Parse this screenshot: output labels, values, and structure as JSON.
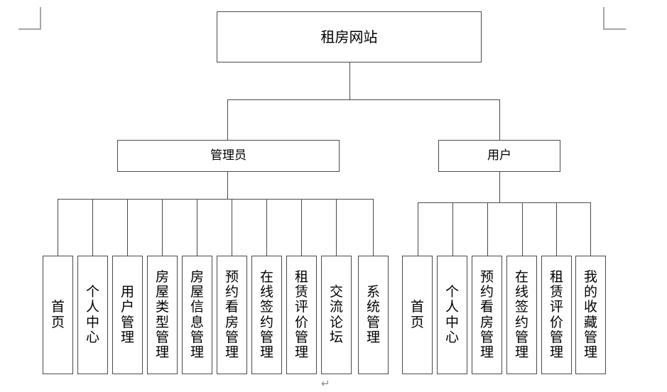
{
  "document": {
    "paragraph_mark": "↵",
    "corner_marks": [
      "top-left",
      "top-right"
    ]
  },
  "diagram": {
    "type": "tree",
    "root": {
      "label": "租房网站"
    },
    "level2": [
      {
        "label": "管理员"
      },
      {
        "label": "用户"
      }
    ],
    "admin_children": [
      {
        "label": "首页"
      },
      {
        "label": "个人中心"
      },
      {
        "label": "用户管理"
      },
      {
        "label": "房屋类型管理"
      },
      {
        "label": "房屋信息管理"
      },
      {
        "label": "预约看房管理"
      },
      {
        "label": "在线签约管理"
      },
      {
        "label": "租赁评价管理"
      },
      {
        "label": "交流论坛"
      },
      {
        "label": "系统管理"
      }
    ],
    "user_children": [
      {
        "label": "首页"
      },
      {
        "label": "个人中心"
      },
      {
        "label": "预约看房管理"
      },
      {
        "label": "在线签约管理"
      },
      {
        "label": "租赁评价管理"
      },
      {
        "label": "我的收藏管理"
      }
    ],
    "colors": {
      "line": "#4a4a4a",
      "box_fill": "#ffffff",
      "text": "#000000",
      "corner_mark": "#a6a6a6",
      "paragraph_mark": "#8c8c8c"
    }
  }
}
